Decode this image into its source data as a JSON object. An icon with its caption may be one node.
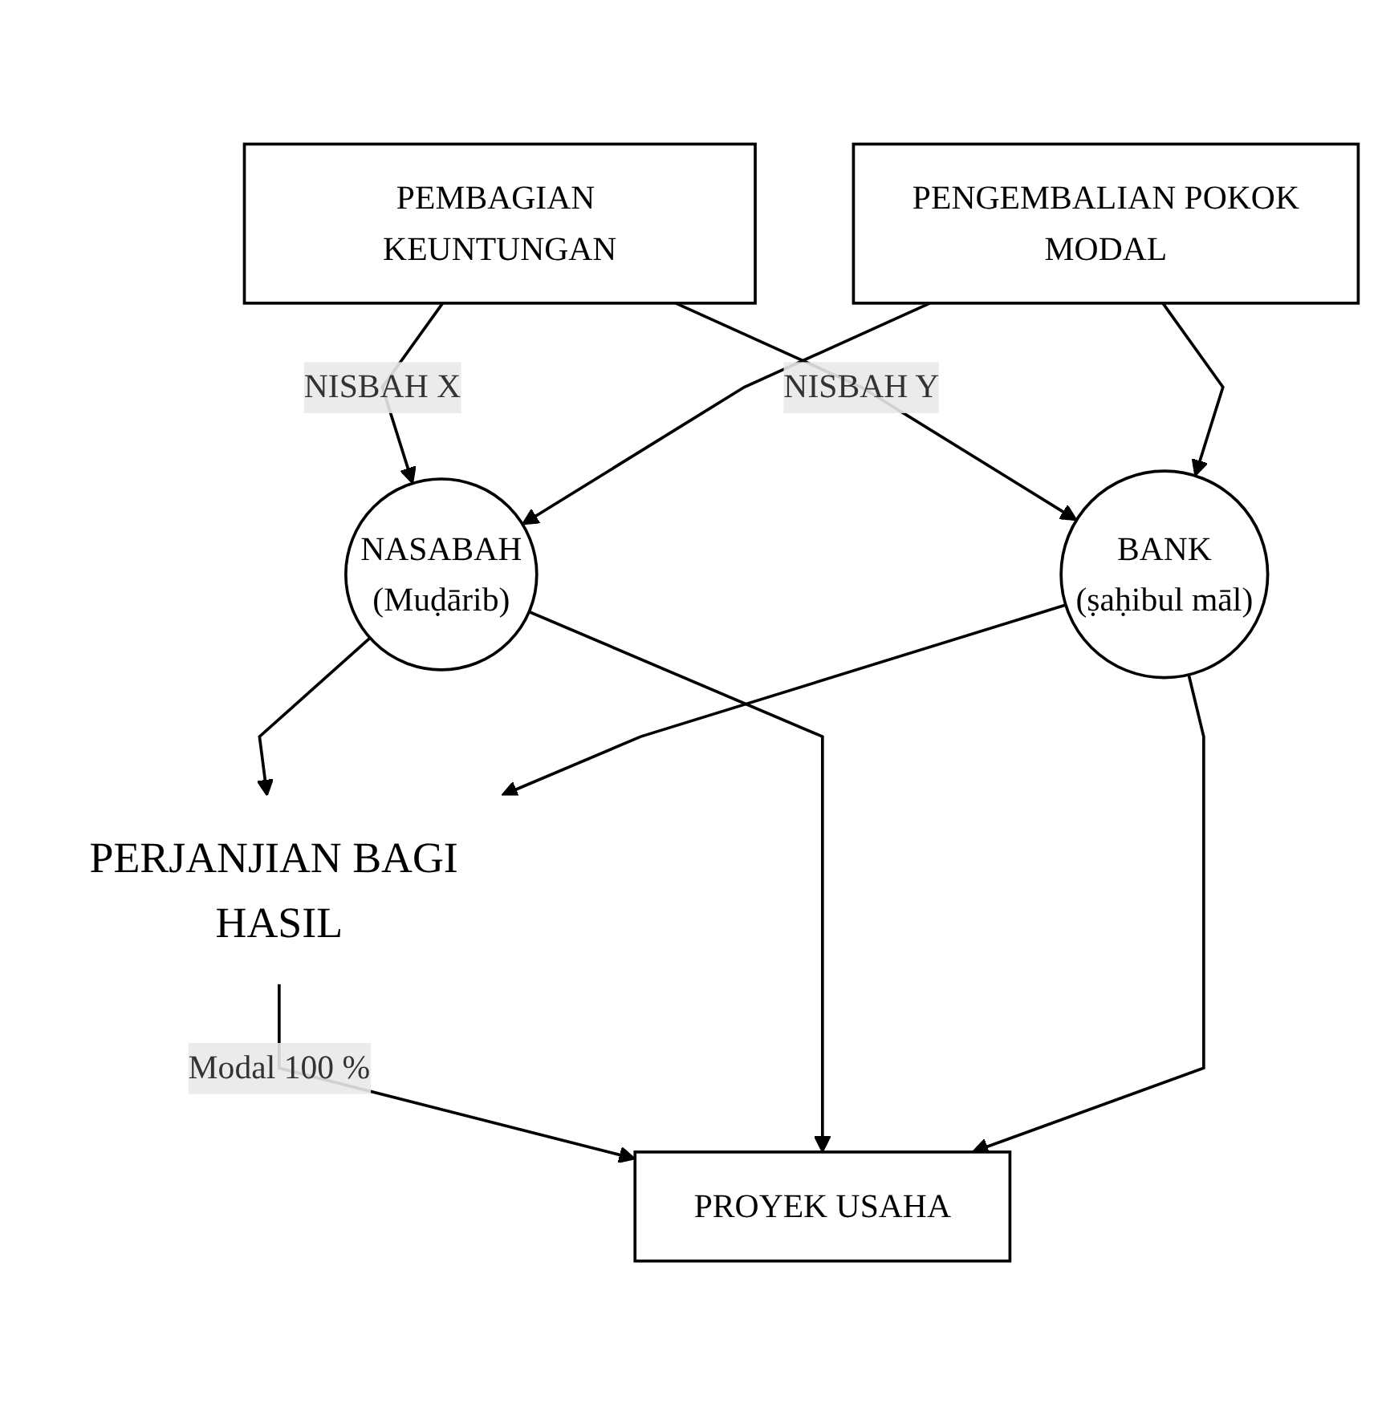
{
  "diagram": {
    "nodes": [
      {
        "text": [
          "PERJANJIAN BAGI HASIL"
        ]
      },
      {
        "text": [
          "NASABAH",
          "(Muḍārib)"
        ]
      },
      {
        "text": [
          "BANK",
          "(ṣaḥibul māl)"
        ]
      },
      {
        "text": [
          "PROYEK USAHA"
        ]
      },
      {
        "text": [
          "PEMBAGIAN KEUNTUNGAN"
        ]
      },
      {
        "text": [
          "PENGEMBALIAN POKOK",
          "MODAL"
        ]
      }
    ],
    "edges": [
      {
        "from": 1,
        "to": 0,
        "arrow": "to"
      },
      {
        "from": 2,
        "to": 0,
        "arrow": "to"
      },
      {
        "from": 0,
        "to": 3,
        "arrow": "to",
        "label": "Modal 100 %"
      },
      {
        "from": 1,
        "to": 3,
        "arrow": "to"
      },
      {
        "from": 2,
        "to": 3,
        "arrow": "to"
      },
      {
        "from": 4,
        "to": 1,
        "arrow": "to",
        "label": "NISBAH X"
      },
      {
        "from": 4,
        "to": 2,
        "arrow": "to",
        "label": "NISBAH Y"
      },
      {
        "from": 5,
        "to": 1,
        "arrow": "to"
      },
      {
        "from": 5,
        "to": 2,
        "arrow": "to"
      }
    ]
  }
}
